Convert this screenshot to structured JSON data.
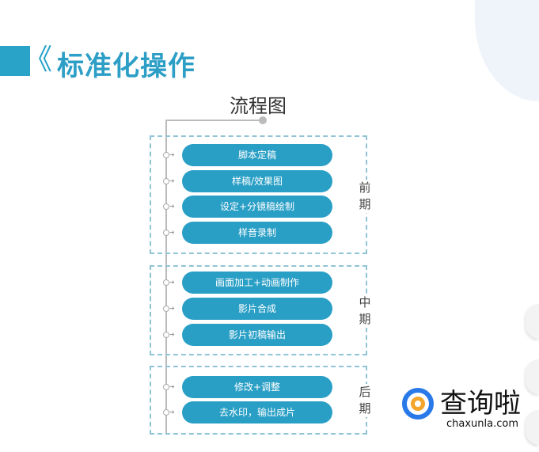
{
  "header": {
    "title": "标准化操作"
  },
  "diagram": {
    "title": "流程图",
    "phases": [
      {
        "label": [
          "前",
          "期"
        ],
        "steps": [
          "脚本定稿",
          "样稿/效果图",
          "设定+分镜稿绘制",
          "样音录制"
        ]
      },
      {
        "label": [
          "中",
          "期"
        ],
        "steps": [
          "画面加工+动画制作",
          "影片合成",
          "影片初稿输出"
        ]
      },
      {
        "label": [
          "后",
          "期"
        ],
        "steps": [
          "修改+调整",
          "去水印，输出成片"
        ]
      }
    ]
  },
  "watermark": {
    "brand": "查询啦",
    "url": "chaxunla.com"
  },
  "colors": {
    "accent": "#2a9fc6",
    "title": "#2d9ec6"
  }
}
